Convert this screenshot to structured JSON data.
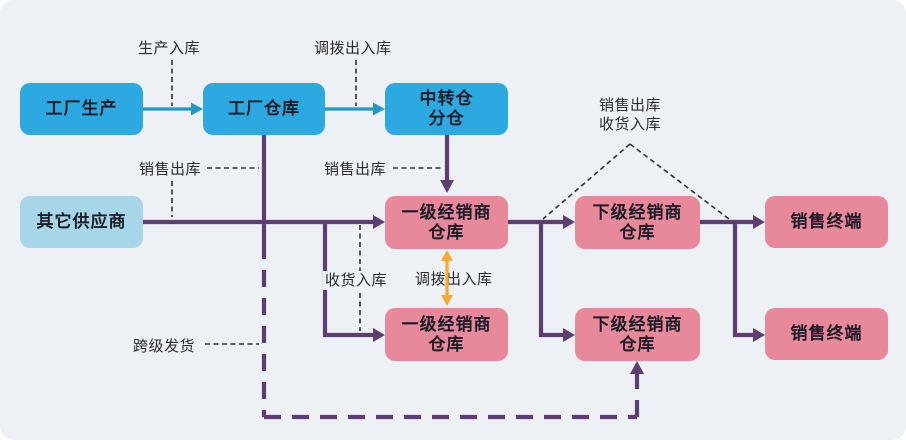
{
  "nodes": {
    "factory_production": {
      "label": "工厂生产"
    },
    "factory_warehouse": {
      "label": "工厂仓库"
    },
    "transit_warehouse": {
      "label": "中转仓\n分仓"
    },
    "other_supplier": {
      "label": "其它供应商"
    },
    "tier1_distributor_top": {
      "label": "一级经销商\n仓库"
    },
    "tier1_distributor_bottom": {
      "label": "一级经销商\n仓库"
    },
    "sub_distributor_top": {
      "label": "下级经销商\n仓库"
    },
    "sub_distributor_bottom": {
      "label": "下级经销商\n仓库"
    },
    "sales_terminal_top": {
      "label": "销售终端"
    },
    "sales_terminal_bottom": {
      "label": "销售终端"
    }
  },
  "edge_labels": {
    "production_inbound": "生产入库",
    "transfer_in_out_top": "调拨出入库",
    "sales_outbound_left": "销售出库",
    "sales_outbound_mid": "销售出库",
    "sales_outbound_receipt_inbound": "销售出库\n收货入库",
    "receipt_inbound": "收货入库",
    "transfer_in_out_mid": "调拨出入库",
    "cross_level_shipping": "跨级发货"
  },
  "colors": {
    "blue_node": "#2BA9E0",
    "light_blue_node": "#A6D6E8",
    "pink_node": "#E8899B",
    "purple_line": "#5E3D72",
    "teal_arrow": "#2398C8",
    "orange_arrow": "#F6A832",
    "dashed_annotation": "#2F2F2F",
    "background": "#EDF0F4"
  }
}
